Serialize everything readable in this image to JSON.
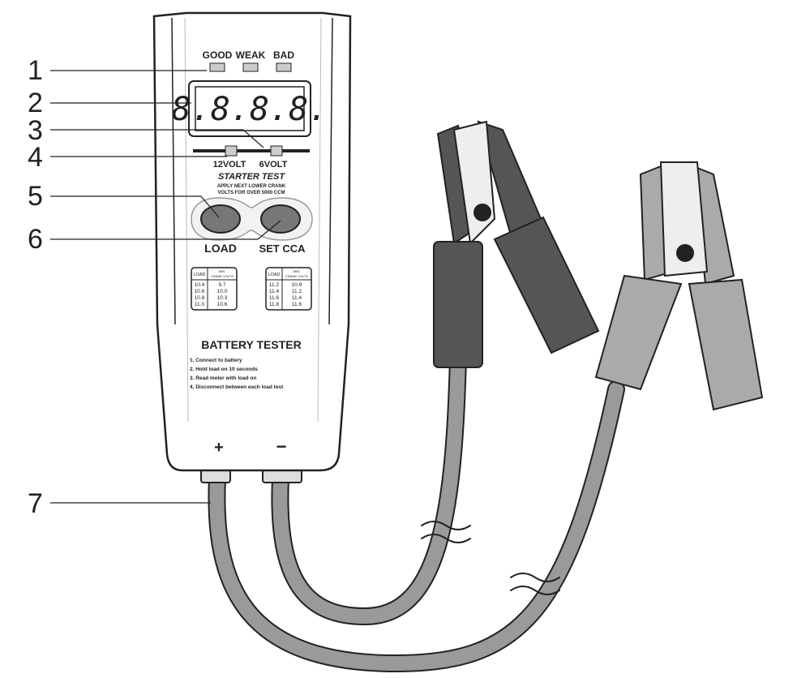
{
  "callouts": [
    "1",
    "2",
    "3",
    "4",
    "5",
    "6",
    "7"
  ],
  "indicators": {
    "good": "GOOD",
    "weak": "WEAK",
    "bad": "BAD"
  },
  "display": "8.8.8.8.",
  "switch": {
    "v12": "12VOLT",
    "v6": "6VOLT"
  },
  "starter": {
    "title": "STARTER TEST",
    "line1": "APPLY NEXT LOWER CRANK",
    "line2": "VOLTS FOR OVER 5000 CCM"
  },
  "buttons": {
    "load": "LOAD",
    "set_cca": "SET CCA"
  },
  "tables": [
    {
      "h1": "LOAD",
      "h2a": "MIN.",
      "h2b": "CRANK VOLTS",
      "rows": [
        [
          "10.4",
          "9.7"
        ],
        [
          "10.6",
          "10.0"
        ],
        [
          "10.8",
          "10.3"
        ],
        [
          "11.0",
          "10.6"
        ]
      ]
    },
    {
      "h1": "LOAD",
      "h2a": "MIN.",
      "h2b": "CRANK VOLTS",
      "rows": [
        [
          "11.2",
          "10.9"
        ],
        [
          "11.4",
          "11.2"
        ],
        [
          "11.6",
          "11.4"
        ],
        [
          "11.8",
          "11.6"
        ]
      ]
    }
  ],
  "title": "BATTERY TESTER",
  "steps": [
    "1. Connect to battery",
    "2. Hold load on 10 seconds",
    "3. Read meter with load on",
    "4. Disconnect between each load test"
  ],
  "terminals": {
    "plus": "+",
    "minus": "−"
  },
  "colors": {
    "body": "#ffffff",
    "lines": "#222222",
    "clamp_dark": "#555555",
    "clamp_light": "#aaaaaa",
    "cable": "#9a9a9a"
  }
}
